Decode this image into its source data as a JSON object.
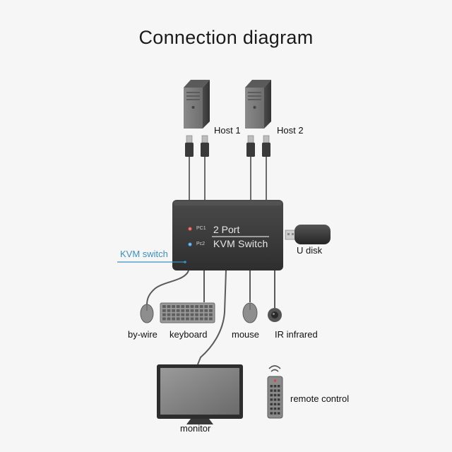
{
  "title": "Connection diagram",
  "hosts": [
    {
      "label": "Host 1"
    },
    {
      "label": "Host 2"
    }
  ],
  "kvm": {
    "label": "KVM switch",
    "model_line1": "2 Port",
    "model_line2": "KVM Switch",
    "led1": "PC1",
    "led2": "Pc2",
    "led1_color": "#e0413a",
    "led2_color": "#3a8fd8"
  },
  "usb_disk": {
    "label": "U disk"
  },
  "peripherals": [
    {
      "label": "by-wire"
    },
    {
      "label": "keyboard"
    },
    {
      "label": "mouse"
    },
    {
      "label": "IR infrared"
    }
  ],
  "monitor": {
    "label": "monitor"
  },
  "remote": {
    "label": "remote control"
  },
  "colors": {
    "accent": "#3a8fc4",
    "device_dark": "#3c3c3c",
    "device_mid": "#8c8c8c",
    "cable": "#555555",
    "background": "#f6f6f6"
  }
}
